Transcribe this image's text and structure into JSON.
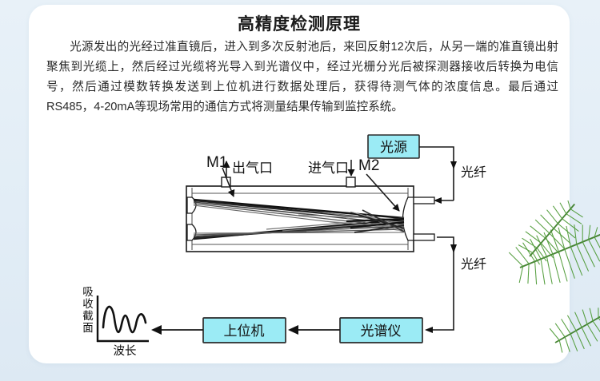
{
  "page": {
    "background_color": "#e3eef6",
    "card_color": "#ffffff"
  },
  "header": {
    "title": "高精度检测原理",
    "paragraph": "光源发出的光经过准直镜后，进入到多次反射池后，来回反射12次后，从另一端的准直镜出射聚焦到光缆上，然后经过光缆将光导入到光谱仪中，经过光栅分光后被探测器接收后转换为电信号，然后通过模数转换发送到上位机进行数据处理后，获得待测气体的浓度信息。最后通过RS485，4-20mA等现场常用的通信方式将测量结果传输到监控系统。"
  },
  "diagram": {
    "accent_color": "#9bebf5",
    "box_border_color": "#333333",
    "line_color": "#1a1a1a",
    "boxes": [
      {
        "id": "light-source",
        "label": "光源"
      },
      {
        "id": "host-computer",
        "label": "上位机"
      },
      {
        "id": "spectrometer",
        "label": "光谱仪"
      }
    ],
    "labels": {
      "mirror_left": "M1",
      "mirror_right": "M2",
      "gas_outlet": "出气口",
      "gas_inlet": "进气口",
      "fiber_top": "光纤",
      "fiber_bottom": "光纤"
    },
    "plot": {
      "y_axis_label": "吸收截面",
      "x_axis_label": "波长"
    }
  }
}
